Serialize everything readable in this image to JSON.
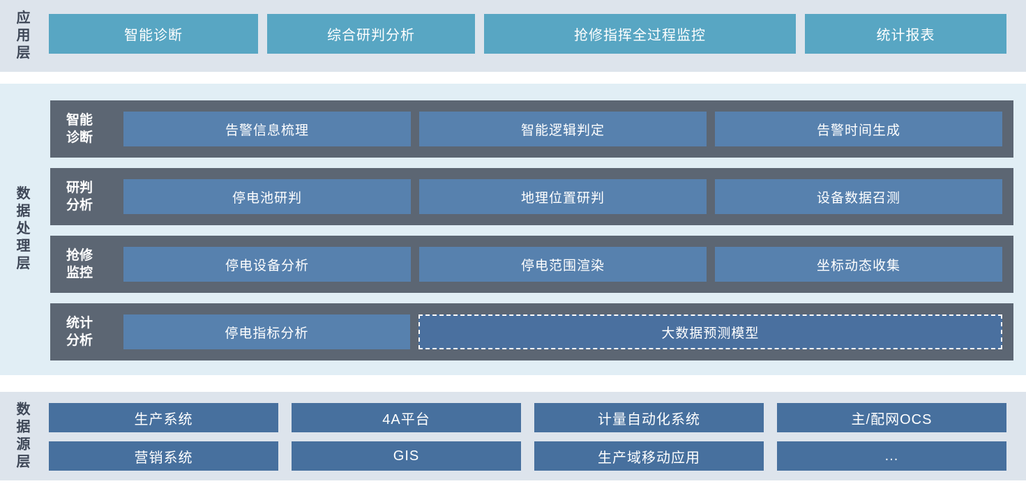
{
  "colors": {
    "app_box": "#58a6c3",
    "processing_row": "#5c6673",
    "processing_box": "#5781ae",
    "dashed_box": "#4a709f",
    "source_box": "#47709e",
    "band_bg": "#dde4ec",
    "processing_band_bg": "#e1eef5",
    "layer_label_text": "#3e4757",
    "box_text": "#ffffff"
  },
  "layers": {
    "app": {
      "label": "应用层",
      "items": [
        {
          "label": "智能诊断"
        },
        {
          "label": "综合研判分析"
        },
        {
          "label": "抢修指挥全过程监控"
        },
        {
          "label": "统计报表"
        }
      ]
    },
    "processing": {
      "label": "数据处理层",
      "rows": [
        {
          "title": "智能\n诊断",
          "items": [
            "告警信息梳理",
            "智能逻辑判定",
            "告警时间生成"
          ]
        },
        {
          "title": "研判\n分析",
          "items": [
            "停电池研判",
            "地理位置研判",
            "设备数据召测"
          ]
        },
        {
          "title": "抢修\n监控",
          "items": [
            "停电设备分析",
            "停电范围渲染",
            "坐标动态收集"
          ]
        },
        {
          "title": "统计\n分析",
          "items": [
            "停电指标分析"
          ],
          "dashed_item": "大数据预测模型"
        }
      ]
    },
    "source": {
      "label": "数据源层",
      "rows": [
        [
          "生产系统",
          "4A平台",
          "计量自动化系统",
          "主/配网OCS"
        ],
        [
          "营销系统",
          "GIS",
          "生产域移动应用",
          "..."
        ]
      ]
    }
  }
}
